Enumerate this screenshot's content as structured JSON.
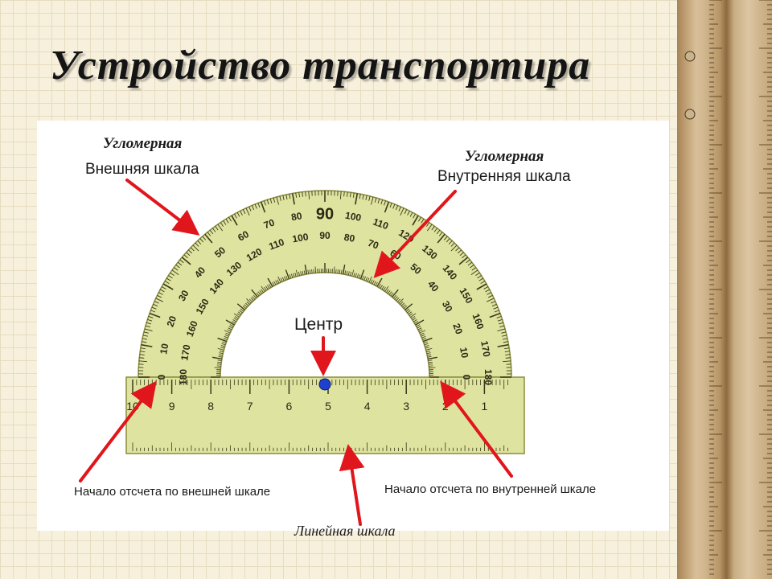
{
  "title": "Устройство транспортира",
  "labels": {
    "outer_top": "Угломерная",
    "outer_bottom": "Внешняя шкала",
    "inner_top": "Угломерная",
    "inner_bottom": "Внутренняя шкала",
    "center": "Центр",
    "origin_outer": "Начало отсчета по внешней шкале",
    "origin_inner": "Начало отсчета по внутренней шкале",
    "linear": "Линейная шкала"
  },
  "protractor": {
    "outer_scale": [
      0,
      10,
      20,
      30,
      40,
      50,
      60,
      70,
      80,
      90,
      100,
      110,
      120,
      130,
      140,
      150,
      160,
      170,
      180
    ],
    "inner_scale": [
      180,
      170,
      160,
      150,
      140,
      130,
      120,
      110,
      100,
      90,
      80,
      70,
      60,
      50,
      40,
      30,
      20,
      10,
      0
    ],
    "ruler_numbers": [
      "10",
      "9",
      "8",
      "7",
      "6",
      "5",
      "4",
      "3",
      "2",
      "1"
    ]
  },
  "colors": {
    "protractor_fill": "#dfe3a0",
    "protractor_stroke": "#8a8c3c",
    "arrow": "#e0161c",
    "center_dot": "#1f3fd0"
  }
}
